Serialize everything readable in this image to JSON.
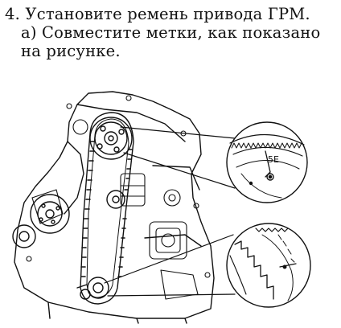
{
  "instruction": {
    "step_line": "4. Установите ремень привода ГРМ.",
    "substep_line_1": "а) Совместите метки, как показано",
    "substep_line_2": "на рисунке."
  },
  "figure": {
    "callout_upper_label": "5E"
  }
}
